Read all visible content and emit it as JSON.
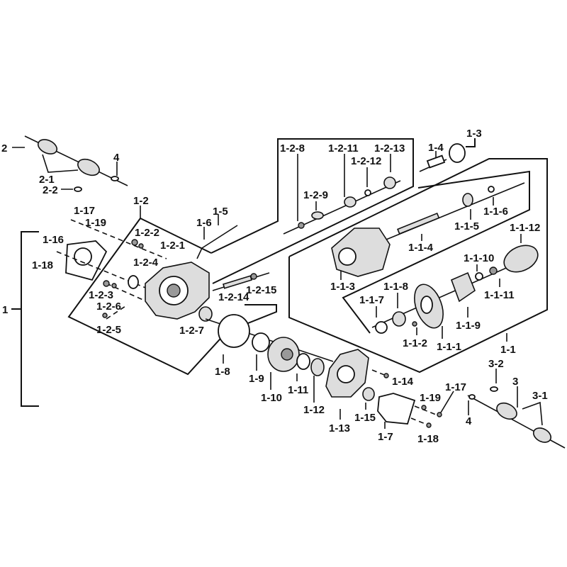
{
  "title": "Rear drive / front gear case exploded parts diagram",
  "labels": [
    "2",
    "2-1",
    "2-2",
    "4",
    "1-2",
    "1-17",
    "1-19",
    "1-16",
    "1-18",
    "1-2-2",
    "1-2-1",
    "1-2-4",
    "1-2-3",
    "1-2-6",
    "1-2-5",
    "1-2-7",
    "1-5",
    "1-6",
    "1-2-8",
    "1-2-11",
    "1-2-12",
    "1-2-13",
    "1-2-9",
    "1-2-14",
    "1-2-15",
    "1-4",
    "1-3",
    "1-1-6",
    "1-1-5",
    "1-1-4",
    "1-1-3",
    "1-1-12",
    "1-1-10",
    "1-1-11",
    "1-1-9",
    "1-1-8",
    "1-1-7",
    "1-1-2",
    "1-1-1",
    "1-1",
    "1",
    "1-8",
    "1-9",
    "1-10",
    "1-11",
    "1-12",
    "1-13",
    "1-14",
    "1-15",
    "1-7",
    "1-17",
    "1-19",
    "1-18",
    "3-2",
    "3",
    "3-1",
    "4"
  ]
}
